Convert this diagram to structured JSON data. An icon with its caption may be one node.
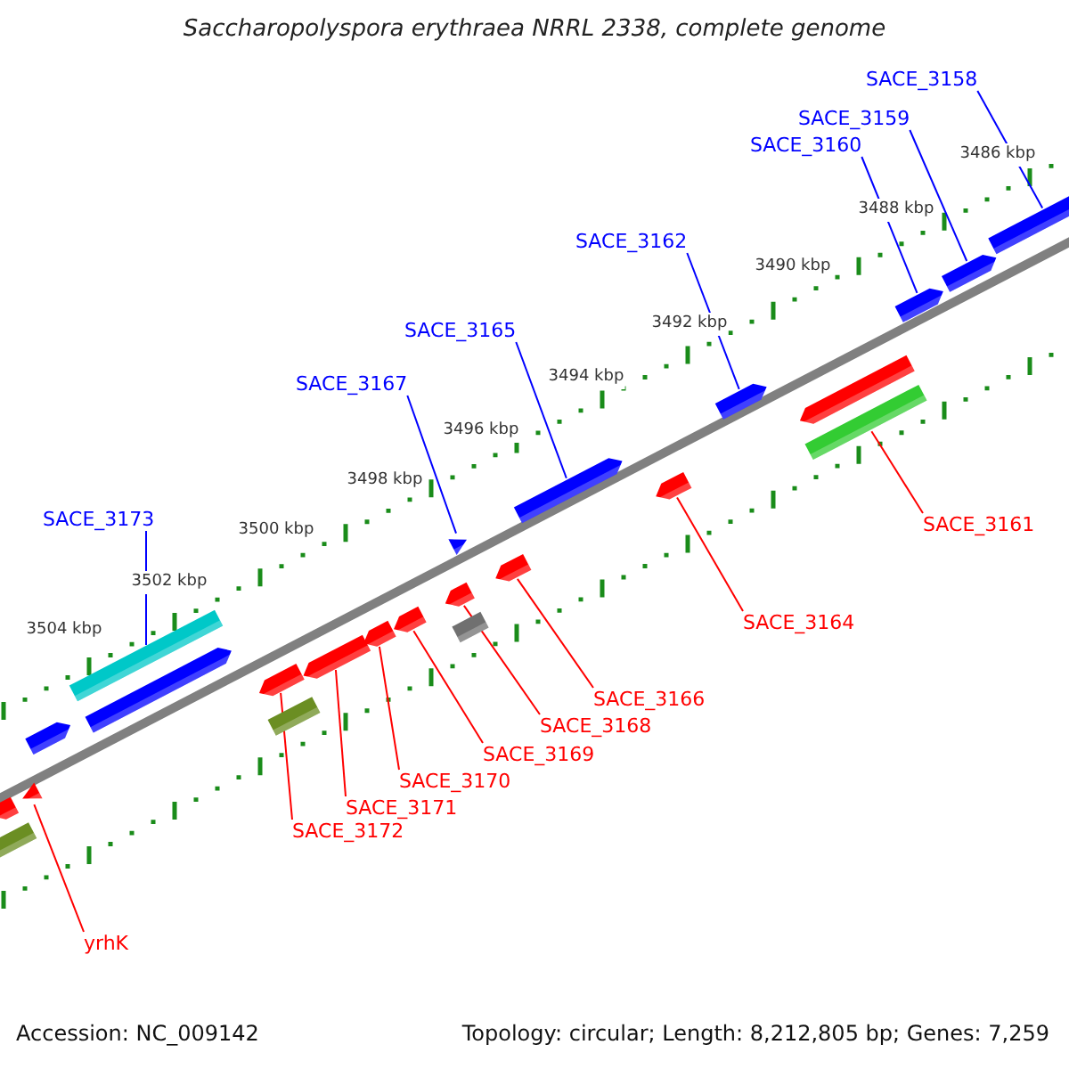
{
  "diagram": {
    "title": "Saccharopolyspora erythraea NRRL 2338, complete genome",
    "nodes": [
      {
        "text": [
          "SACE_3158"
        ]
      },
      {
        "text": [
          "SACE_3159"
        ]
      },
      {
        "text": [
          "SACE_3160"
        ]
      },
      {
        "text": [
          "SACE_3162"
        ]
      },
      {
        "text": [
          "SACE_3165"
        ]
      },
      {
        "text": [
          "SACE_3167"
        ]
      },
      {
        "text": [
          "SACE_3161"
        ]
      },
      {
        "text": [
          "SACE_3173"
        ]
      },
      {
        "text": [
          "SACE_3164"
        ]
      },
      {
        "text": [
          "SACE_3166"
        ]
      },
      {
        "text": [
          "SACE_3168"
        ]
      },
      {
        "text": [
          "SACE_3169"
        ]
      },
      {
        "text": [
          "SACE_3170"
        ]
      },
      {
        "text": [
          "SACE_3171"
        ]
      },
      {
        "text": [
          "SACE_3172"
        ]
      },
      {
        "text": [
          "yrhK"
        ]
      },
      {
        "text": [],
        "shape": "arrow"
      },
      {
        "text": [],
        "shape": "arrow"
      },
      {
        "text": [],
        "shape": "arrow"
      },
      {
        "text": [],
        "shape": "arrow"
      },
      {
        "text": [],
        "shape": "arrow"
      },
      {
        "text": [],
        "shape": "arrow"
      },
      {
        "text": [],
        "shape": "arrow"
      },
      {
        "text": [],
        "shape": "arrow"
      },
      {
        "text": [],
        "shape": "bar"
      },
      {
        "text": [],
        "shape": "arrow"
      },
      {
        "text": [],
        "shape": "bar"
      },
      {
        "text": [],
        "shape": "arrow"
      },
      {
        "text": [],
        "shape": "arrow"
      },
      {
        "text": [],
        "shape": "arrow"
      },
      {
        "text": [],
        "shape": "bar"
      },
      {
        "text": [],
        "shape": "arrow"
      },
      {
        "text": [],
        "shape": "arrow"
      },
      {
        "text": [],
        "shape": "arrow"
      },
      {
        "text": [],
        "shape": "arrow"
      },
      {
        "text": [],
        "shape": "bar"
      },
      {
        "text": [],
        "shape": "arrow"
      },
      {
        "text": [],
        "shape": "arrow"
      },
      {
        "text": [],
        "shape": "bar"
      }
    ],
    "edges": [
      {
        "from": 0,
        "to": 16,
        "arrow": "none",
        "color": "#0000ff"
      },
      {
        "from": 1,
        "to": 17,
        "arrow": "none",
        "color": "#0000ff"
      },
      {
        "from": 2,
        "to": 18,
        "arrow": "none",
        "color": "#0000ff"
      },
      {
        "from": 3,
        "to": 19,
        "arrow": "none",
        "color": "#0000ff"
      },
      {
        "from": 4,
        "to": 20,
        "arrow": "none",
        "color": "#0000ff"
      },
      {
        "from": 5,
        "to": 21,
        "arrow": "none",
        "color": "#0000ff"
      },
      {
        "from": 6,
        "to": 26,
        "arrow": "none"
      },
      {
        "from": 7,
        "to": 24,
        "arrow": "none",
        "color": "#0000ff"
      },
      {
        "from": 8,
        "to": 27,
        "arrow": "none"
      },
      {
        "from": 9,
        "to": 28,
        "arrow": "none"
      },
      {
        "from": 10,
        "to": 29,
        "arrow": "none"
      },
      {
        "from": 11,
        "to": 31,
        "arrow": "none"
      },
      {
        "from": 12,
        "to": 32,
        "arrow": "none"
      },
      {
        "from": 13,
        "to": 33,
        "arrow": "none"
      },
      {
        "from": 14,
        "to": 34,
        "arrow": "none"
      },
      {
        "from": 15,
        "to": 36,
        "arrow": "none"
      }
    ],
    "labels": [
      "3486 kbp",
      "3488 kbp",
      "3490 kbp",
      "3492 kbp",
      "3494 kbp",
      "3496 kbp",
      "3498 kbp",
      "3500 kbp",
      "3502 kbp",
      "3504 kbp",
      "Accession: NC_009142",
      "Topology: circular; Length: 8,212,805 bp; Genes: 7,259"
    ]
  }
}
